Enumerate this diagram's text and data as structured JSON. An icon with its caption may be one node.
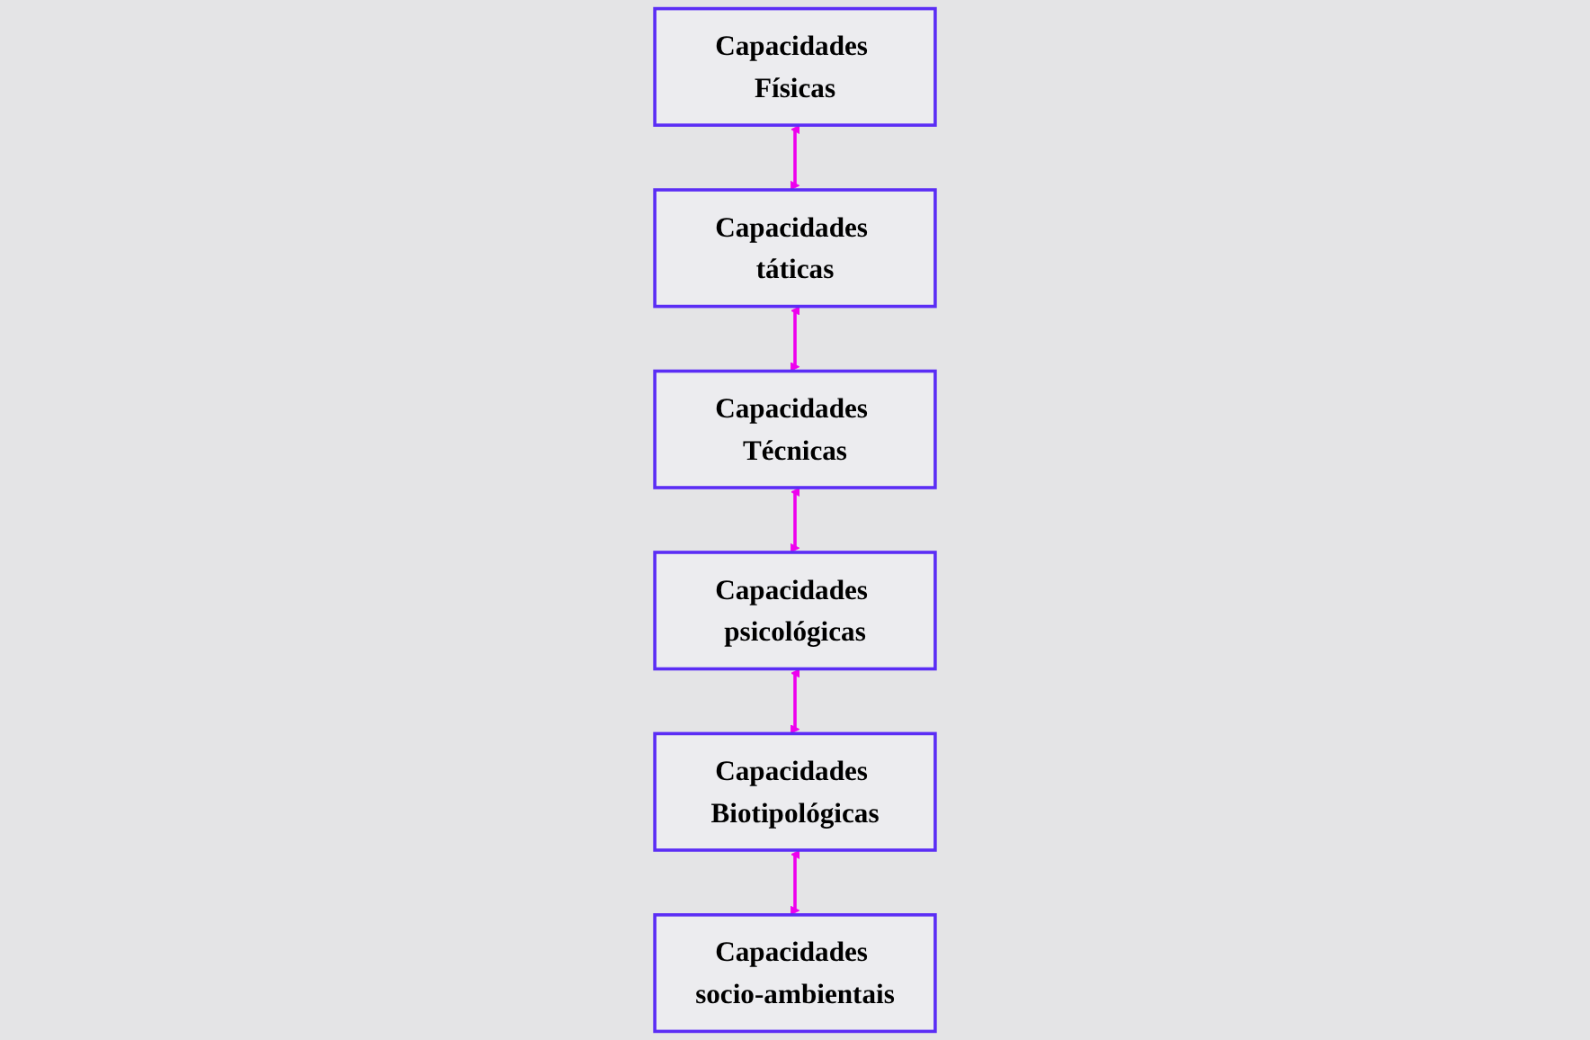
{
  "diagram": {
    "nodes": [
      {
        "text": [
          "Capacidades Físicas"
        ]
      },
      {
        "text": [
          "Capacidades táticas"
        ]
      },
      {
        "text": [
          "Capacidades Técnicas"
        ]
      },
      {
        "text": [
          "Capacidades psicológicas"
        ]
      },
      {
        "text": [
          "Capacidades Biotipológicas"
        ]
      },
      {
        "text": [
          "Capacidades socio-ambientais"
        ]
      }
    ],
    "edges": [
      {
        "from": 0,
        "to": 1,
        "arrow": "both"
      },
      {
        "from": 1,
        "to": 2,
        "arrow": "both"
      },
      {
        "from": 2,
        "to": 3,
        "arrow": "both"
      },
      {
        "from": 3,
        "to": 4,
        "arrow": "both"
      },
      {
        "from": 4,
        "to": 5,
        "arrow": "both"
      }
    ]
  }
}
